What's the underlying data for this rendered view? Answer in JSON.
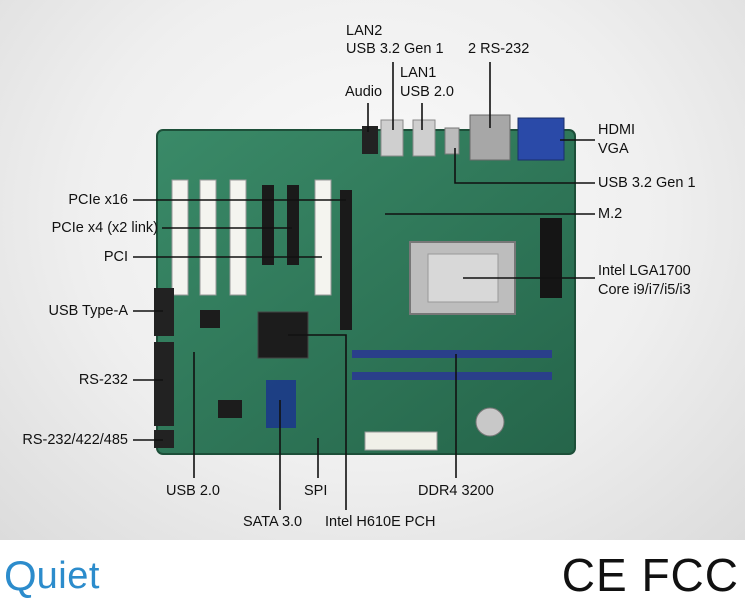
{
  "labels": {
    "lan2": "LAN2",
    "usb32_gen1_top": "USB 3.2 Gen 1",
    "rs232x2": "2 RS-232",
    "lan1": "LAN1",
    "audio": "Audio",
    "usb20_top": "USB 2.0",
    "hdmi": "HDMI",
    "vga": "VGA",
    "usb32_gen1_right": "USB 3.2 Gen 1",
    "m2": "M.2",
    "pcie_x16": "PCIe x16",
    "pcie_x4": "PCIe x4 (x2 link)",
    "pci": "PCI",
    "cpu_line1": "Intel LGA1700",
    "cpu_line2": "Core i9/i7/i5/i3",
    "usb_type_a": "USB Type-A",
    "rs232": "RS-232",
    "rs232_422_485": "RS-232/422/485",
    "usb20_bottom": "USB 2.0",
    "spi": "SPI",
    "ddr4": "DDR4 3200",
    "sata": "SATA 3.0",
    "pch": "Intel H610E PCH"
  },
  "footer": {
    "brand": "uiet",
    "brand_initial": "Q",
    "certifications": "CE FCC"
  },
  "colors": {
    "pcb": "#2f7a5a",
    "slot_white": "#f4f4ef",
    "slot_black": "#1a1a1a",
    "dimm_blue": "#2a3f8a",
    "line": "#111111",
    "brand": "#2c8ccc"
  }
}
